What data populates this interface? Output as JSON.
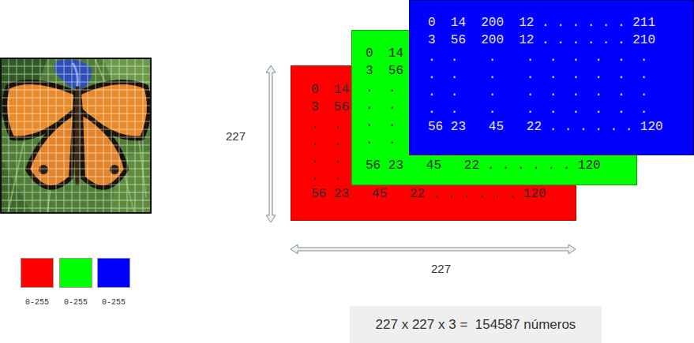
{
  "diagram": {
    "nodes": [
      {
        "text": [
          "0  14",
          "3  56",
          ".  .",
          ".  .",
          ".  .",
          ".  .",
          "56 23   45   22 . . . . . . 120"
        ]
      },
      {
        "text": [
          "0  14",
          "3  56",
          ".  .",
          ".  .",
          ".  .",
          ".  .",
          "56 23   45   22 . . . . . . 120"
        ]
      },
      {
        "text": [
          "0  14  200  12 . . . . . . 211",
          "3  56  200  12 . . . . . . 210",
          ".  .    .    .  .  .  .  .  .",
          ".  .    .    .  .  .  .  .  .",
          ".  .    .    .  .  .  .  .  .",
          ".  .    .    .  .  .  .  .  .",
          "56 23   45   22 . . . . . . 120"
        ]
      },
      {
        "text": [
          "227 x 227 x 3 =  154587 números"
        ]
      }
    ],
    "labels": [
      "227",
      "227"
    ],
    "legend": [
      {
        "text": "0-255",
        "color": "#ff0000"
      },
      {
        "text": "0-255",
        "color": "#00ff00"
      },
      {
        "text": "0-255",
        "color": "#0000ff"
      }
    ]
  }
}
